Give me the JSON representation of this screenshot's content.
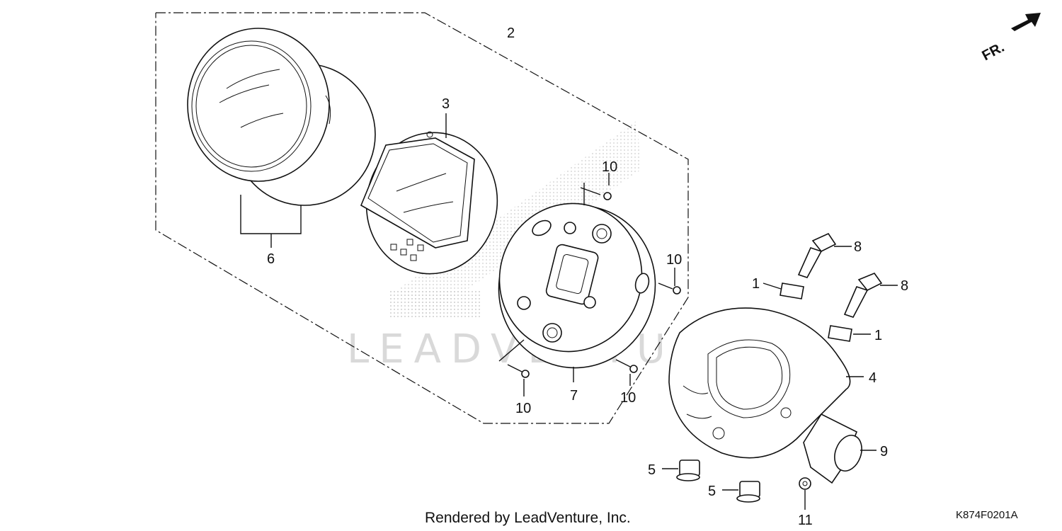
{
  "diagram": {
    "callouts": {
      "c1a": "1",
      "c1b": "1",
      "c2": "2",
      "c3": "3",
      "c4": "4",
      "c5a": "5",
      "c5b": "5",
      "c6": "6",
      "c7": "7",
      "c8a": "8",
      "c8b": "8",
      "c9": "9",
      "c10a": "10",
      "c10b": "10",
      "c10c": "10",
      "c10d": "10",
      "c11": "11"
    },
    "direction_label": "FR.",
    "watermark": "LEADVENTURE",
    "footer": "Rendered by LeadVenture, Inc.",
    "diagram_code": "K874F0201A"
  }
}
